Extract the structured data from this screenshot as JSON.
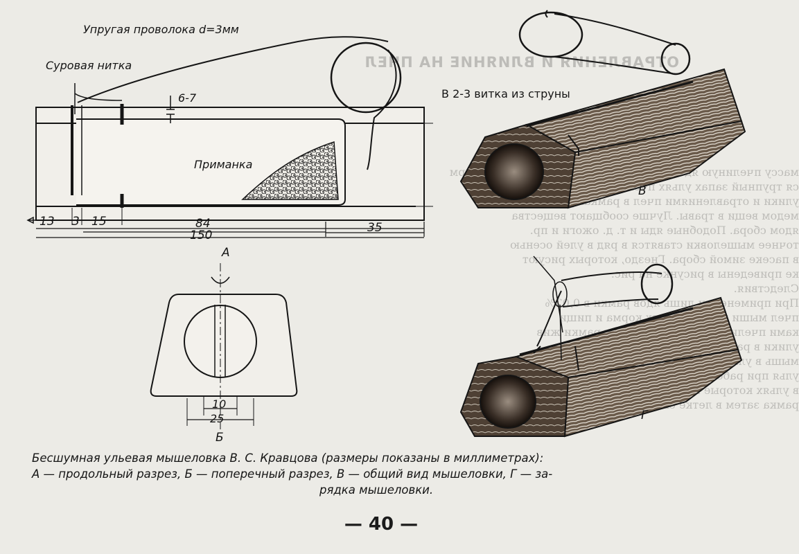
{
  "figure": {
    "labels": {
      "wire": "Упругая проволока d=3мм",
      "thread": "Суровая нитка",
      "gap": "6-7",
      "bait": "Приманка",
      "coil": "В 2-3 витка из струны",
      "view_a": "А",
      "view_b": "Б",
      "view_v": "В",
      "view_g": "Г"
    },
    "dimensions": {
      "d13": "13",
      "d3": "3",
      "d15": "15",
      "d84": "84",
      "d150": "150",
      "d35": "35",
      "d10": "10",
      "d25": "25"
    }
  },
  "caption": {
    "line1": "Бесшумная ульевая мышеловка В. С. Кравцова (размеры показаны в миллиметрах):",
    "line2": "А — продольный разрез, Б — поперечный разрез, В — общий вид мышеловки, Г — за-",
    "line3": "рядка мышеловки."
  },
  "page_number": "— 40 —",
  "colors": {
    "paper": "#ecebe6",
    "ink": "#151515",
    "wood": "#5a4a3c"
  }
}
